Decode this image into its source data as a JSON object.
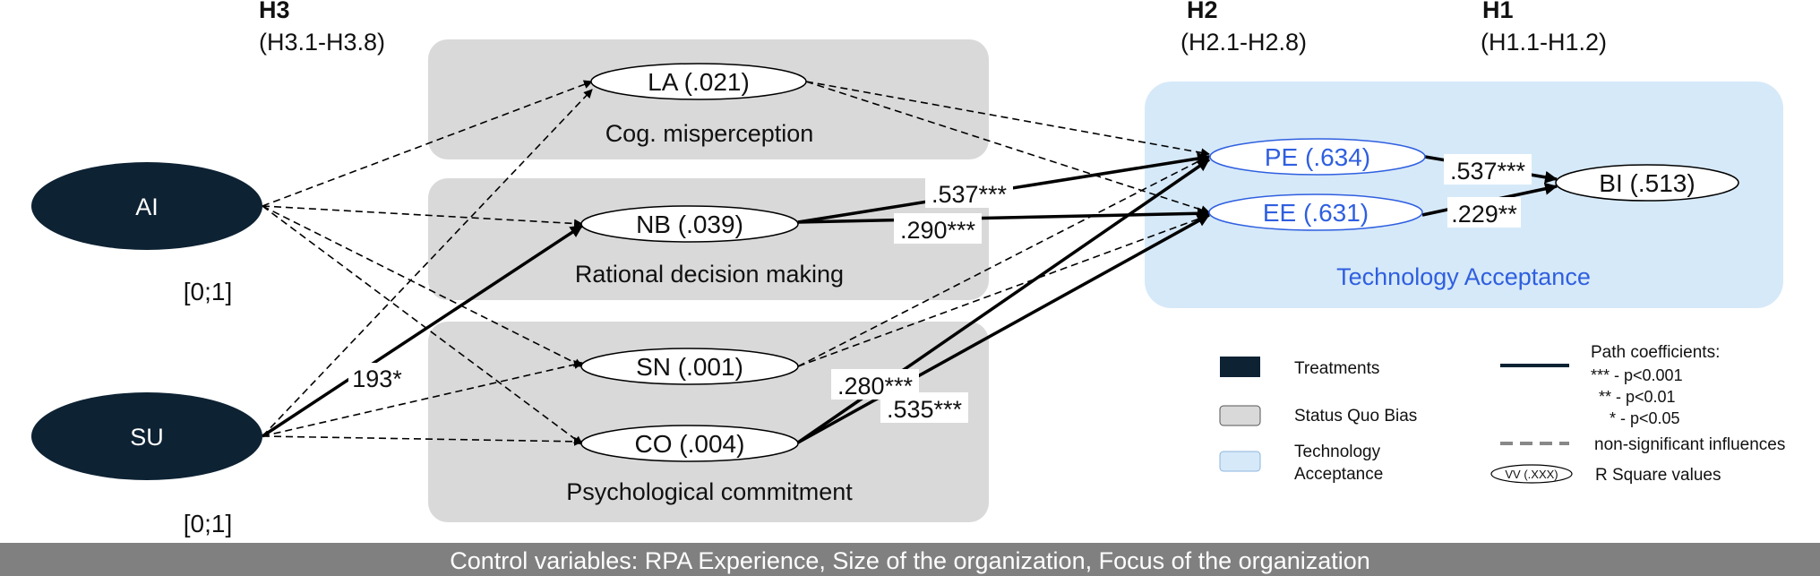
{
  "hypotheses": {
    "h3": {
      "label": "H3",
      "range": "(H3.1-H3.8)"
    },
    "h2": {
      "label": "H2",
      "range": "(H2.1-H2.8)"
    },
    "h1": {
      "label": "H1",
      "range": "(H1.1-H1.2)"
    }
  },
  "treatments": {
    "ai": {
      "label": "AI",
      "scale": "[0;1]"
    },
    "su": {
      "label": "SU",
      "scale": "[0;1]"
    }
  },
  "groups": {
    "cog": "Cog. misperception",
    "rational": "Rational decision making",
    "psych": "Psychological commitment",
    "tech": "Technology Acceptance"
  },
  "constructs": {
    "la": "LA (.021)",
    "nb": "NB (.039)",
    "sn": "SN (.001)",
    "co": "CO (.004)",
    "pe": "PE (.634)",
    "ee": "EE (.631)",
    "bi": "BI (.513)"
  },
  "coefficients": {
    "su_nb": "193*",
    "nb_pe": ".537***",
    "nb_ee": ".290***",
    "co_pe": ".280***",
    "co_ee": ".535***",
    "pe_bi": ".537***",
    "ee_bi": ".229**"
  },
  "legend": {
    "treatments": "Treatments",
    "status_quo": "Status Quo Bias",
    "tech_line1": "Technology",
    "tech_line2": "Acceptance",
    "path_title": "Path coefficients:",
    "sig1": "***  -  p<0.001",
    "sig2": "**  -  p<0.01",
    "sig3": "*  -  p<0.05",
    "nonsig": "non-significant influences",
    "r_square_symbol": "VV (.XXX)",
    "r_square": "R Square values"
  },
  "footer": "Control variables: RPA Experience, Size of the organization, Focus of the organization",
  "colors": {
    "treatment_fill": "#0d2233",
    "group_fill": "#d9d9d9",
    "tech_fill": "#d6e9f8",
    "tech_text": "#2f5fe0",
    "footer_fill": "#808080"
  }
}
